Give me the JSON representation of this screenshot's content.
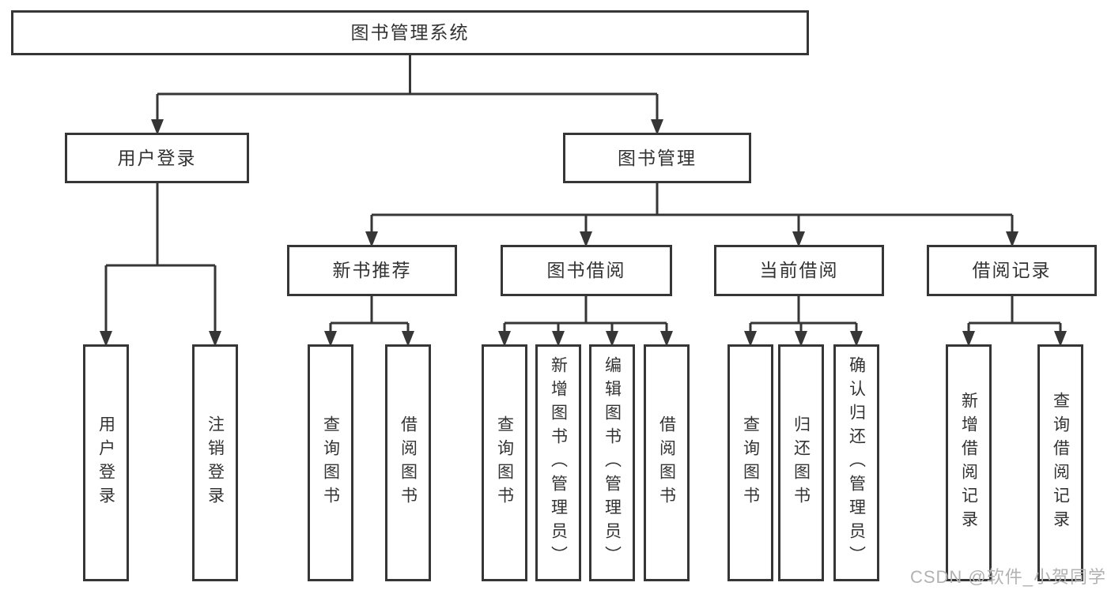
{
  "diagram": {
    "type": "tree",
    "title": "图书管理系统",
    "colors": {
      "line": "#363636",
      "border": "#363636",
      "text": "#333333",
      "box_background": "#ffffff",
      "watermark": "#b2b2b2"
    },
    "hierarchy": {
      "图书管理系统": [
        "用户登录",
        "图书管理"
      ],
      "用户登录": [
        "用户登录",
        "注销登录"
      ],
      "图书管理": [
        "新书推荐",
        "图书借阅",
        "当前借阅",
        "借阅记录"
      ],
      "新书推荐": [
        "查询图书",
        "借阅图书"
      ],
      "图书借阅": [
        "查询图书",
        "新增图书（管理员）",
        "编辑图书（管理员）",
        "借阅图书"
      ],
      "当前借阅": [
        "查询图书",
        "归还图书",
        "确认归还（管理员）"
      ],
      "借阅记录": [
        "新增借阅记录",
        "查询借阅记录"
      ]
    }
  },
  "nodes": {
    "root": {
      "label": "图书管理系统"
    },
    "user_login": {
      "label": "用户登录"
    },
    "book_mgmt": {
      "label": "图书管理"
    },
    "new_book_recommend": {
      "label": "新书推荐"
    },
    "book_borrow": {
      "label": "图书借阅"
    },
    "current_borrow": {
      "label": "当前借阅"
    },
    "borrow_records": {
      "label": "借阅记录"
    },
    "leaf_user_login": {
      "label": "用户登录"
    },
    "leaf_logout": {
      "label": "注销登录"
    },
    "leaf_query_book_1": {
      "label": "查询图书"
    },
    "leaf_borrow_book_1": {
      "label": "借阅图书"
    },
    "leaf_query_book_2": {
      "label": "查询图书"
    },
    "leaf_add_book_admin": {
      "label": "新增图书（管理员）"
    },
    "leaf_edit_book_admin": {
      "label": "编辑图书（管理员）"
    },
    "leaf_borrow_book_2": {
      "label": "借阅图书"
    },
    "leaf_query_book_3": {
      "label": "查询图书"
    },
    "leaf_return_book": {
      "label": "归还图书"
    },
    "leaf_confirm_return_admin": {
      "label": "确认归还（管理员）"
    },
    "leaf_add_borrow_record": {
      "label": "新增借阅记录"
    },
    "leaf_query_borrow_record": {
      "label": "查询借阅记录"
    }
  },
  "watermark": {
    "text": "CSDN @软件_小贺同学"
  }
}
